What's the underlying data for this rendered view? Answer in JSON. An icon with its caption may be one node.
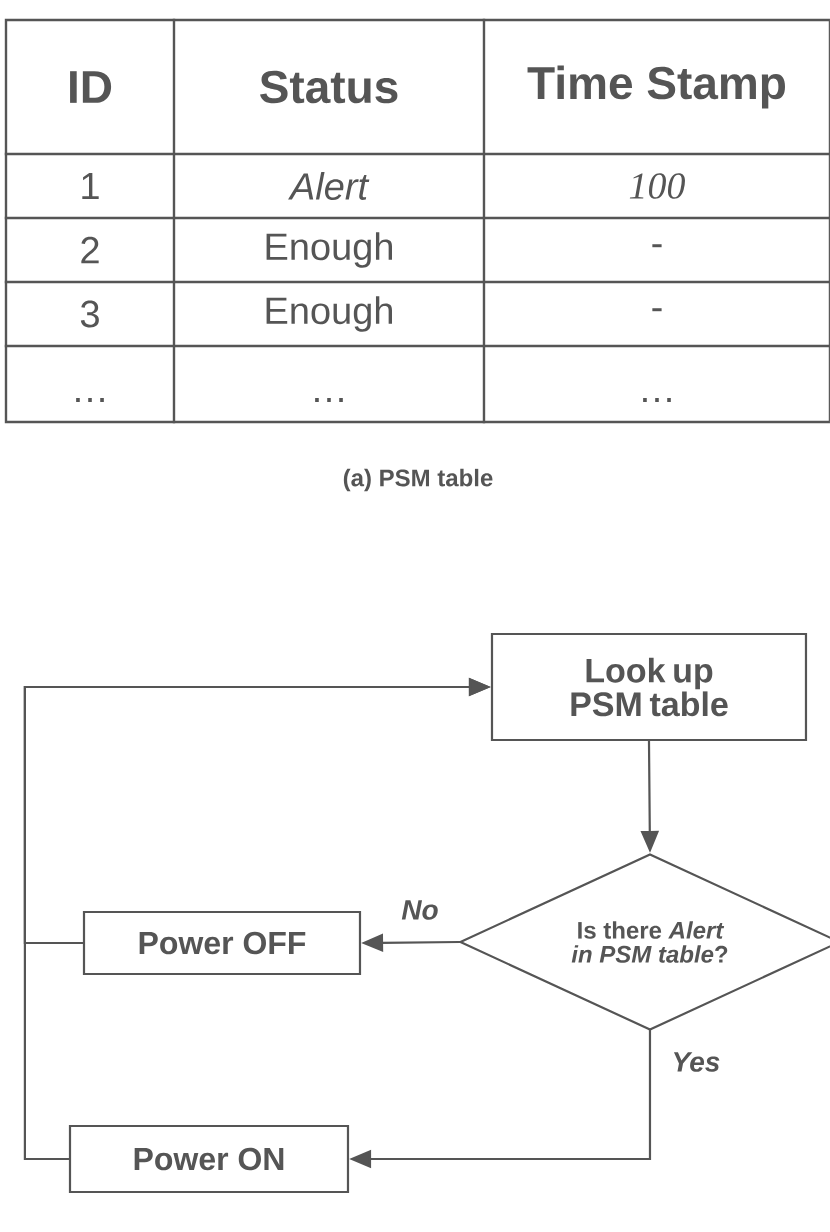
{
  "diagram": {
    "caption": "(a) PSM table",
    "nodes": [
      {
        "text": [
          "Look up PSM table"
        ]
      },
      {
        "text": [
          "Is there *Alert* *in PSM table*?"
        ]
      },
      {
        "text": [
          "Power OFF"
        ]
      },
      {
        "text": [
          "Power ON"
        ]
      }
    ],
    "edges": [
      {
        "from": 0,
        "to": 1,
        "arrow": "to"
      },
      {
        "from": 1,
        "to": 2,
        "arrow": "to",
        "label": "No"
      },
      {
        "from": 1,
        "to": 3,
        "arrow": "to",
        "label": "Yes"
      },
      {
        "from": 2,
        "to": 0,
        "arrow": "to"
      },
      {
        "from": 3,
        "to": 0,
        "arrow": "to"
      }
    ],
    "labels": [
      "ID",
      "Status",
      "Time Stamp",
      "1",
      "Alert",
      "100",
      "2",
      "Enough",
      "-",
      "3",
      "Enough",
      "-",
      "…",
      "…",
      "…"
    ]
  }
}
